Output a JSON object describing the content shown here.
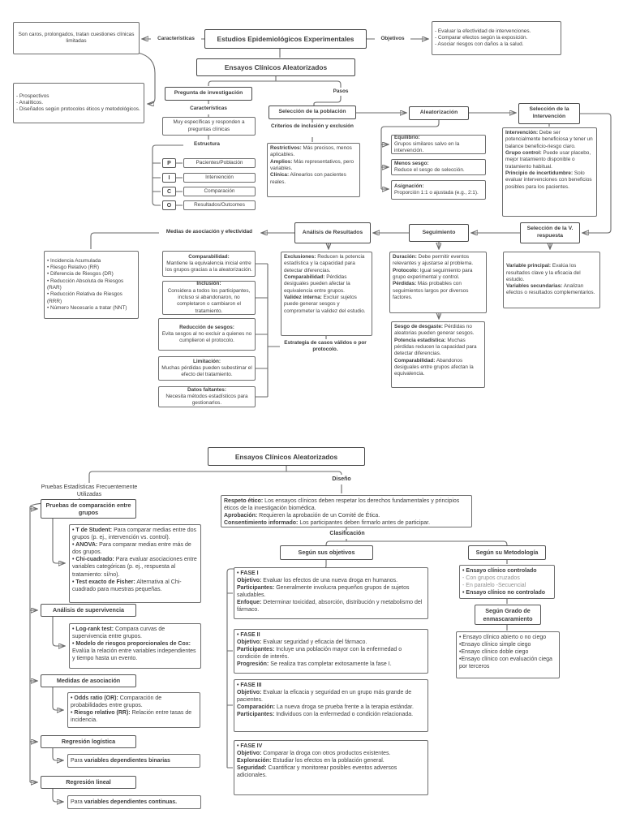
{
  "d1": {
    "title": "Estudios Epidemiológicos Experimentales",
    "caract_lbl": "Características",
    "costos": "Son caros, prolongados, tratan cuestiones clínicas limitadas",
    "objetivos_lbl": "Objetivos",
    "objetivos": [
      "- Evaluar la efectividad de intervenciones.",
      "- Comparar efectos según la exposición.",
      "- Asociar riesgos con daños a la salud."
    ],
    "subtitle": "Ensayos Clínicos Aleatorizados",
    "tipo": [
      "- Prospectivos",
      "- Analíticos.",
      "- Diseñados según protocolos éticos y metodológicos."
    ],
    "pasos_lbl": "Pasos",
    "pregunta": {
      "titulo": "Pregunta de investigación",
      "caract_lbl": "Características",
      "caract_box": "Muy específicas y responden a preguntas clínicas",
      "estructura_lbl": "Estructura",
      "pico": [
        {
          "l": "P",
          "t": "Pacientes/Población"
        },
        {
          "l": "I",
          "t": "Intervención"
        },
        {
          "l": "C",
          "t": "Comparación"
        },
        {
          "l": "O",
          "t": "Resultados/Outcomes"
        }
      ]
    },
    "poblacion": {
      "titulo": "Selección de la población",
      "criterios_lbl": "Criterios de inclusión y exclusión",
      "box": [
        "**Restrictivos:** Más precisos, menos aplicables.",
        "**Amplios:** Más representativos, pero variables.",
        "**Clínica:** Alinearlos con pacientes reales."
      ]
    },
    "aleatorizacion": {
      "titulo": "Aleatorización",
      "items": [
        "**Equilibrio:** Grupos similares salvo en la intervención.",
        "**Menos sesgo:** Reduce el sesgo de selección.",
        "**Asignación:** Proporción 1:1 o ajustada (e.g., 2:1)."
      ]
    },
    "intervencion": {
      "titulo": "Selección de la Intervención",
      "box": [
        "**Intervención:** Debe ser potencialmente beneficiosa y tener un balance beneficio-riesgo claro.",
        "**Grupo control:** Puede usar placebo, mejor tratamiento disponible o tratamiento habitual.",
        "**Principio de incertidumbre:** Solo evaluar intervenciones con beneficios posibles para los pacientes."
      ]
    },
    "analisis": {
      "titulo": "Análisis de Resultados",
      "box": [
        "**Exclusiones:** Reducen la potencia estadística y la capacidad para detectar diferencias.",
        "**Comparabilidad:** Pérdidas desiguales pueden afectar la equivalencia entre grupos.",
        "**Validez interna:** Excluir sujetos puede generar sesgos y comprometer la validez del estudio."
      ],
      "estrategia_lbl": "Estrategia de casos válidos o por protocolo."
    },
    "medias_lbl": "Medias de asociación y efectividad",
    "medidas": [
      "• Incidencia Acumulada",
      "• Riesgo Relativo (RR)",
      "• Diferencia de Riesgos (DR)",
      "• Reducción Absoluta de Riesgos (RAR)",
      "• Reducción Relativa de Riesgos (RRR)",
      "• Número Necesario a tratar (NNT)"
    ],
    "itt": [
      "**Comparabilidad:** Mantiene la equivalencia inicial entre los grupos gracias a la aleatorización.",
      "**Inclusión:** Considera a todos los participantes, incluso si abandonaron, no completaron o cambiaron el tratamiento.",
      "**Reducción de sesgos:** Evita sesgos al no excluir a quienes no cumplieron el protocolo.",
      "**Limitación:** Muchas pérdidas pueden subestimar el efecto del tratamiento.",
      "**Datos faltantes:** Necesita métodos estadísticos para gestionarlos."
    ],
    "seguimiento": {
      "titulo": "Seguimiento",
      "box1": [
        "**Duración:** Debe permitir eventos relevantes y ajustarse al problema.",
        "**Protocolo:** Igual seguimiento para grupo experimental y control.",
        "**Pérdidas:** Más probables con seguimientos largos por diversos factores."
      ],
      "box2": [
        "**Sesgo de desgaste:** Pérdidas no aleatorias pueden generar sesgos.",
        "**Potencia estadística:** Muchas pérdidas reducen la capacidad para detectar diferencias.",
        "**Comparabilidad:** Abandonos desiguales entre grupos afectan la equivalencia."
      ]
    },
    "vrespuesta": {
      "titulo": "Selección de la V. respuesta",
      "box": [
        "**Variable principal:** Evalúa los resultados clave y la eficacia del estudio.",
        "**Variables secundarias:** Analizan efectos o resultados complementarios."
      ]
    }
  },
  "d2": {
    "title": "Ensayos Clínicos Aleatorizados",
    "pruebas_lbl": "Pruebas Estadísticas Frecuentemente Utilizadas",
    "pruebas": [
      {
        "titulo": "Pruebas de comparación entre grupos",
        "box": [
          "**• T de Student:** Para comparar medias entre dos grupos (p. ej., intervención vs. control).",
          "**• ANOVA:** Para comparar medias entre más de dos grupos.",
          "**• Chi-cuadrado:** Para evaluar asociaciones entre variables categóricas (p. ej., respuesta al tratamiento: sí/no).",
          "**• Test exacto de Fisher:** Alternativa al Chi-cuadrado para muestras pequeñas."
        ]
      },
      {
        "titulo": "Análisis de supervivencia",
        "box": [
          "**• Log-rank test:** Compara curvas de supervivencia entre grupos.",
          "**• Modelo de riesgos proporcionales de Cox:** Evalúa la relación entre variables independientes y tiempo hasta un evento."
        ]
      },
      {
        "titulo": "Medidas de asociación",
        "box": [
          "**• Odds ratio (OR):** Comparación de probabilidades entre grupos.",
          "**• Riesgo relativo (RR):** Relación entre tasas de incidencia."
        ]
      },
      {
        "titulo": "Regresión logística",
        "box": [
          "Para **variables dependientes binarias**"
        ]
      },
      {
        "titulo": "Regresión lineal",
        "box": [
          "Para **variables dependientes continuas.**"
        ]
      }
    ],
    "diseno_lbl": "Diseño",
    "diseno": [
      "**Respeto ético:** Los ensayos clínicos deben respetar los derechos fundamentales y principios éticos de la investigación biomédica.",
      "**Aprobación:** Requieren la aprobación de un Comité de Ética.",
      "**Consentimiento informado:** Los participantes deben firmarlo antes de participar."
    ],
    "clasif_lbl": "Clasificación",
    "objetivos_titulo": "Según sus objetivos",
    "fases": [
      {
        "lines": [
          "**• FASE I**",
          "**Objetivo:** Evaluar los efectos de una nueva droga en humanos.",
          "**Participantes:** Generalmente involucra pequeños grupos de sujetos saludables.",
          "**Enfoque:** Determinar toxicidad, absorción, distribución y metabolismo del fármaco."
        ]
      },
      {
        "lines": [
          "**• FASE II**",
          "**Objetivo:** Evaluar seguridad y eficacia del fármaco.",
          "**Participantes:** Incluye una población mayor con la enfermedad o condición de interés.",
          "**Progresión:** Se realiza tras completar exitosamente la fase I."
        ]
      },
      {
        "lines": [
          "**• FASE III**",
          "**Objetivo:** Evaluar la eficacia y seguridad en un grupo más grande de pacientes.",
          "**Comparación:** La nueva droga se prueba frente a la terapia estándar.",
          "**Participantes:** Individuos con la enfermedad o condición relacionada."
        ]
      },
      {
        "lines": [
          "**• FASE IV**",
          "**Objetivo:** Comparar la droga con otros productos existentes.",
          "**Exploración:** Estudiar los efectos en la población general.",
          "**Seguridad:** Cuantificar y monitorear posibles eventos adversos adicionales."
        ]
      }
    ],
    "metodologia_titulo": "Según su Metodología",
    "metodologia": [
      "**• Ensayo clínico controlado**",
      "~- Con grupos cruzados",
      "~- En paralelo -Secuencial",
      "**• Ensayo clínico no controlado**"
    ],
    "enmascara_titulo": "Según Grado de enmascaramiento",
    "enmascara": [
      "• Ensayo clínico abierto o no ciego",
      "•Ensayo clínico simple ciego",
      "•Ensayo clínico doble ciego",
      "•Ensayo clínico con evaluación ciega por terceros"
    ]
  }
}
